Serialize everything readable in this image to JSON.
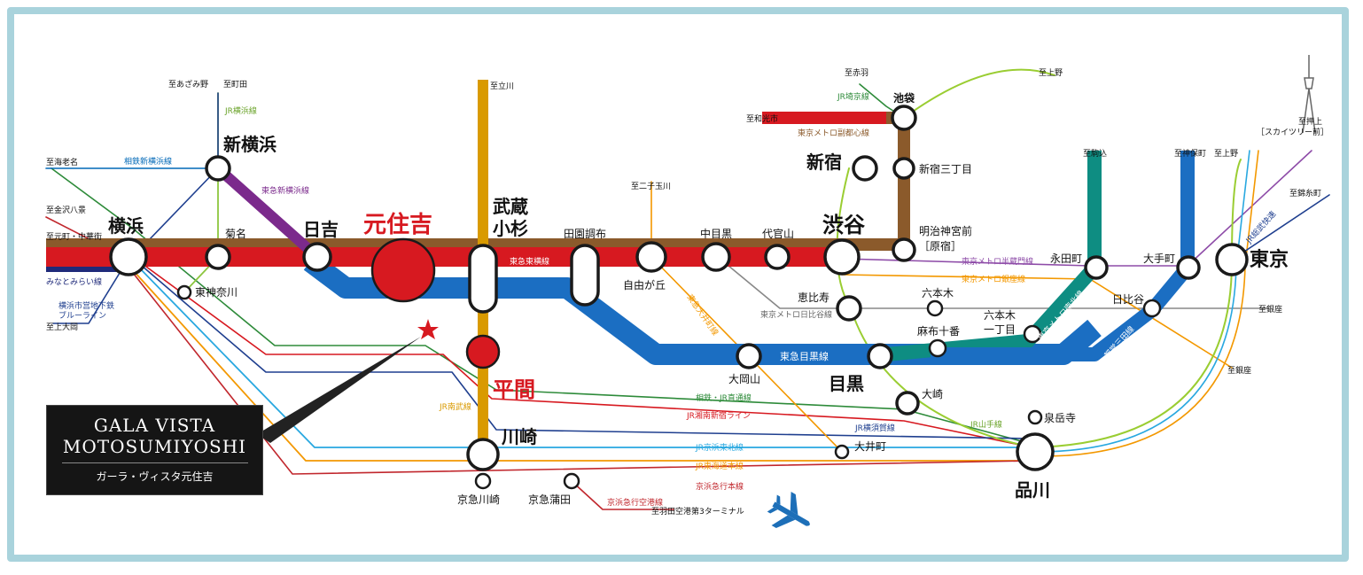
{
  "callout": {
    "title_line1": "GALA VISTA",
    "title_line2": "MOTOSUMIYOSHI",
    "subtitle": "ガーラ・ヴィスタ元住吉"
  },
  "stations": {
    "yokohama": "横浜",
    "shin_yokohama": "新横浜",
    "kikuna": "菊名",
    "higashi_kanagawa": "東神奈川",
    "hiyoshi": "日吉",
    "motosumiyoshi": "元住吉",
    "musashi_kosugi_1": "武蔵",
    "musashi_kosugi_2": "小杉",
    "hirama": "平間",
    "kawasaki": "川崎",
    "keikyu_kawasaki": "京急川崎",
    "keikyu_kamata": "京急蒲田",
    "denenchofu": "田園調布",
    "jiyugaoka": "自由が丘",
    "nakameguro": "中目黒",
    "daikanyama": "代官山",
    "shibuya": "渋谷",
    "shinjuku": "新宿",
    "ikebukuro": "池袋",
    "shinjuku_sanchome": "新宿三丁目",
    "meiji_jingumae_1": "明治神宮前",
    "meiji_jingumae_2": "［原宿］",
    "ebisu": "恵比寿",
    "roppongi": "六本木",
    "roppongi_itchome_1": "六本木",
    "roppongi_itchome_2": "一丁目",
    "azabu_juban": "麻布十番",
    "meguro": "目黒",
    "ookayama": "大岡山",
    "osaki": "大崎",
    "oimachi": "大井町",
    "shinagawa": "品川",
    "sengakuji": "泉岳寺",
    "nagatacho": "永田町",
    "otemachi": "大手町",
    "hibiya": "日比谷",
    "tokyo": "東京"
  },
  "lines": {
    "toyoko": "東急東横線",
    "meguro": "東急目黒線",
    "sotetsu": "相鉄新横浜線",
    "tokyu_shinyokohama": "東急新横浜線",
    "jr_yokohama": "JR横浜線",
    "minatomirai": "みなとみらい線",
    "blue_line_1": "横浜市営地下鉄",
    "blue_line_2": "ブルーライン",
    "fukutoshin": "東京メトロ副都心線",
    "saikyo": "JR埼京線",
    "oimachi_line": "東急大井町線",
    "hibiya_line": "東京メトロ日比谷線",
    "hanzomon": "東京メトロ半蔵門線",
    "ginza": "東京メトロ銀座線",
    "namboku": "東京メトロ南北線",
    "mita": "都営三田線",
    "sotetsu_jr": "相鉄・JR直通線",
    "shonan_shinjuku": "JR湘南新宿ライン",
    "yokosuka": "JR横須賀線",
    "keihin_tohoku": "JR京浜東北線",
    "tokaido": "JR東海道本線",
    "keikyu_main": "京浜急行本線",
    "keikyu_airport": "京浜急行空港線",
    "nambu": "JR南武線",
    "yamanote": "JR山手線",
    "sobu_rapid": "JR総武快速"
  },
  "directions": {
    "azamino": "至あざみ野",
    "machida": "至町田",
    "ebina": "至海老名",
    "kanazawa_hakkei": "至金沢八景",
    "motomachi": "至元町・中華街",
    "kamiooka": "至上大岡",
    "tachikawa": "至立川",
    "futako": "至二子玉川",
    "akabane": "至赤羽",
    "wakoshi": "至和光市",
    "ueno_top": "至上野",
    "oshiage_1": "至押上",
    "oshiage_2": "［スカイツリー前］",
    "komagome": "至駒込",
    "jimbocho": "至神保町",
    "ueno_right": "至上野",
    "kinshicho": "至錦糸町",
    "ginza_1": "至銀座",
    "ginza_2": "至銀座",
    "haneda": "至羽田空港第3ターミナル"
  },
  "colors": {
    "toyoko": "#d71920",
    "meguro": "#1b6ec2",
    "fukutoshin": "#8b5a2b",
    "nambu": "#d99a00",
    "tokyu_shinyokohama": "#7b2a8c",
    "namboku": "#0e8d82",
    "mita": "#1b6ec2",
    "jr_yokohama": "#8dc63f",
    "yamanote": "#9acd32",
    "keihin_tohoku": "#29a8e0",
    "tokaido": "#f39800",
    "keikyu": "#c1272d",
    "yokosuka": "#1f3f8f",
    "shonan": "#d71920",
    "sotetsu_jr": "#2e8b3a",
    "hanzomon": "#8e4ca8",
    "hibiya": "#888888",
    "ginza": "#f39800",
    "oimachi": "#f39800",
    "minatomirai": "#1f2a7a",
    "sotetsu": "#0068b7",
    "frame": "#a9d3dc",
    "plane": "#1d6fb8"
  },
  "icons": [
    "airplane-icon",
    "star-icon",
    "skytree-icon"
  ]
}
